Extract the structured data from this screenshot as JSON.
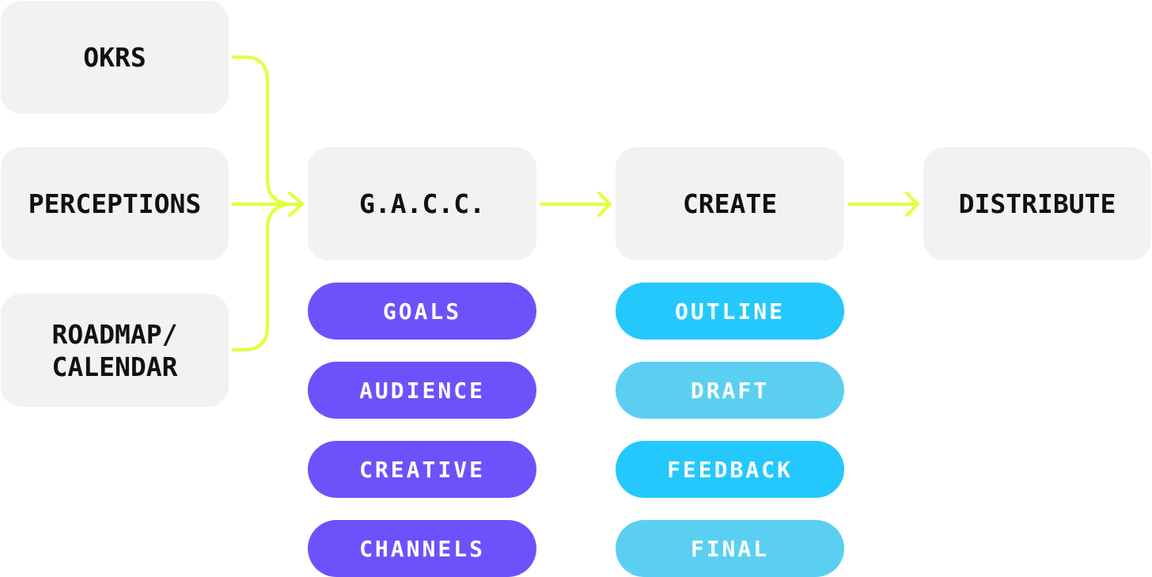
{
  "colors": {
    "box_bg": "#f2f2f2",
    "box_text": "#111111",
    "connector": "#e4ff3a",
    "gacc_pill": "#6c52fa",
    "create_pill_bright": "#25c8fc",
    "create_pill_light": "#5bcff2",
    "pill_text": "#ffffff"
  },
  "inputs": {
    "okrs": "OKRS",
    "perceptions": "PERCEPTIONS",
    "roadmap": "ROADMAP/\nCALENDAR"
  },
  "stages": {
    "gacc": "G.A.C.C.",
    "create": "CREATE",
    "distribute": "DISTRIBUTE"
  },
  "gacc_steps": [
    "GOALS",
    "AUDIENCE",
    "CREATIVE",
    "CHANNELS"
  ],
  "create_steps": [
    "OUTLINE",
    "DRAFT",
    "FEEDBACK",
    "FINAL"
  ]
}
